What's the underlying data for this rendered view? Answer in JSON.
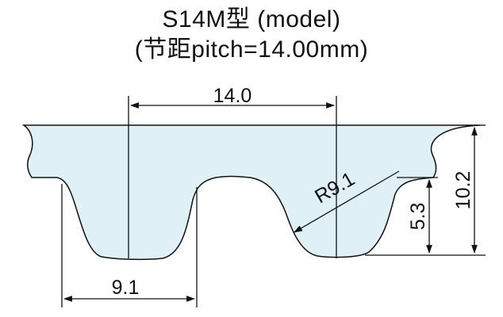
{
  "title": {
    "line1": "S14M型 (model)",
    "line2": "(节距pitch=14.00mm)"
  },
  "dimensions": {
    "pitch": "14.0",
    "tooth_width": "9.1",
    "radius": "R9.1",
    "tooth_height": "5.3",
    "total_height": "10.2"
  },
  "colors": {
    "belt_fill": "#dff1f6",
    "line": "#111111"
  }
}
